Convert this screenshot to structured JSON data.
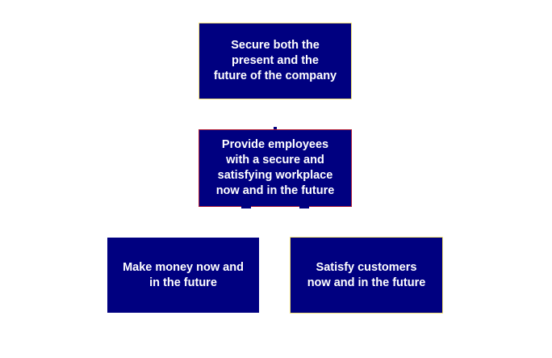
{
  "diagram": {
    "boxes": {
      "top": "Secure both the\npresent and the\nfuture of the company",
      "middle": "Provide employees\nwith a secure and\nsatisfying workplace\nnow and in the future",
      "left": "Make money now and\nin the future",
      "right": "Satisfy customers\nnow and in the future"
    },
    "colors": {
      "box_fill": "#000080",
      "box_text": "#ffffff",
      "border_yellow": "#f2e27a",
      "border_red": "#b0203a",
      "background": "#ffffff"
    }
  }
}
